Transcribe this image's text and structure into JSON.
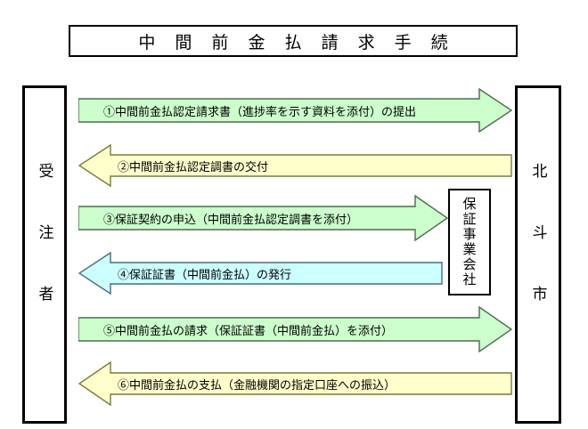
{
  "title": {
    "text": "中 間 前 金 払 請 求 手 続"
  },
  "parties": {
    "left": {
      "label": "受注者",
      "name": "contractor"
    },
    "middle": {
      "label": "保証事業会社",
      "name": "guarantee-company"
    },
    "right": {
      "label": "北斗市",
      "name": "hokuto-city"
    }
  },
  "colors": {
    "green_fill": "#CCFFCC",
    "green_stroke": "#4D6B4D",
    "yellow_fill": "#FFFFCC",
    "yellow_stroke": "#7A7A34",
    "cyan_fill": "#CCFFFF",
    "cyan_stroke": "#4D6B75",
    "box_border": "#000000",
    "background": "#FFFFFF"
  },
  "flows": [
    {
      "step": "1",
      "label": "①中間前金払認定請求書（進捗率を示す資料を添付）の提出",
      "direction": "right",
      "color": "green",
      "from": "受注者",
      "to": "北斗市"
    },
    {
      "step": "2",
      "label": "②中間前金払認定調書の交付",
      "direction": "left",
      "color": "yellow",
      "from": "北斗市",
      "to": "受注者"
    },
    {
      "step": "3",
      "label": "③保証契約の申込（中間前金払認定調書を添付）",
      "direction": "right",
      "color": "green",
      "from": "受注者",
      "to": "保証事業会社"
    },
    {
      "step": "4",
      "label": "④保証証書（中間前金払）の発行",
      "direction": "left",
      "color": "cyan",
      "from": "保証事業会社",
      "to": "受注者"
    },
    {
      "step": "5",
      "label": "⑤中間前金払の請求（保証証書（中間前金払）を添付）",
      "direction": "right",
      "color": "green",
      "from": "受注者",
      "to": "北斗市"
    },
    {
      "step": "6",
      "label": "⑥中間前金払の支払（金融機関の指定口座への振込）",
      "direction": "left",
      "color": "yellow",
      "from": "北斗市",
      "to": "受注者"
    }
  ]
}
